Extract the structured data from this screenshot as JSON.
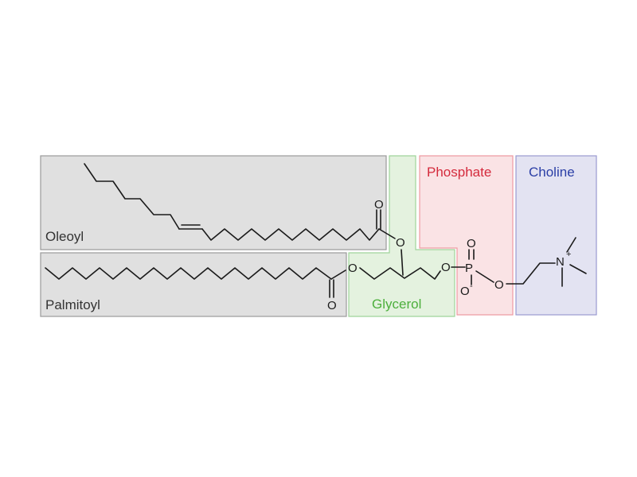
{
  "regions": {
    "oleoyl": {
      "label": "Oleoyl",
      "fill": "#e0e0e0",
      "stroke": "#9a9a9a",
      "text_color": "#333333"
    },
    "palmitoyl": {
      "label": "Palmitoyl",
      "fill": "#e0e0e0",
      "stroke": "#9a9a9a",
      "text_color": "#333333"
    },
    "glycerol": {
      "label": "Glycerol",
      "fill": "#e4f2df",
      "stroke": "#9fd49a",
      "text_color": "#4caf3c"
    },
    "phosphate": {
      "label": "Phosphate",
      "fill": "#fae3e5",
      "stroke": "#ee9aa2",
      "text_color": "#d42a3c"
    },
    "choline": {
      "label": "Choline",
      "fill": "#e3e3f2",
      "stroke": "#9a9ad0",
      "text_color": "#2a3ea6"
    }
  },
  "atoms": {
    "oxygen": "O",
    "phosphorus": "P",
    "nitrogen": "N",
    "plus": "+",
    "minus": "-"
  }
}
